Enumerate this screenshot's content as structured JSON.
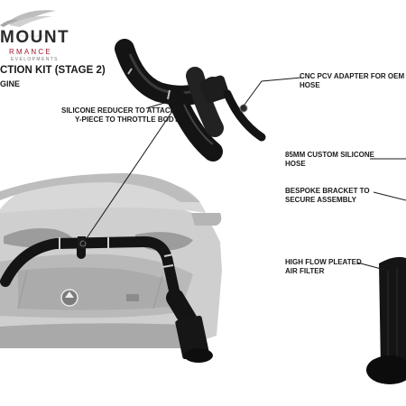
{
  "logo": {
    "wordmark": "MOUNT",
    "subline": "RMANCE",
    "tagline": "EVELOPMENTS"
  },
  "product": {
    "title": "CTION KIT (STAGE 2)",
    "subtitle": "GINE"
  },
  "callouts": [
    {
      "line1": "CNC PCV ADAPTER FOR OEM",
      "line2": "HOSE"
    },
    {
      "line1": "SILICONE REDUCER TO ATTACH",
      "line2": "Y-PIECE TO THROTTLE BODY"
    },
    {
      "line1": "85mm CUSTOM SILICONE",
      "line2": "HOSE"
    },
    {
      "line1": "BESPOKE BRACKET TO",
      "line2": "SECURE ASSEMBLY"
    },
    {
      "line1": "HIGH FLOW PLEATED",
      "line2": "AIR FILTER"
    }
  ],
  "colors": {
    "brand_red": "#a01a2c",
    "car_grey": "#c9c9c9",
    "pipe_black": "#141414",
    "text": "#1a1a1a"
  },
  "icons": [
    "wings-logo-icon",
    "car-badge-icon"
  ]
}
